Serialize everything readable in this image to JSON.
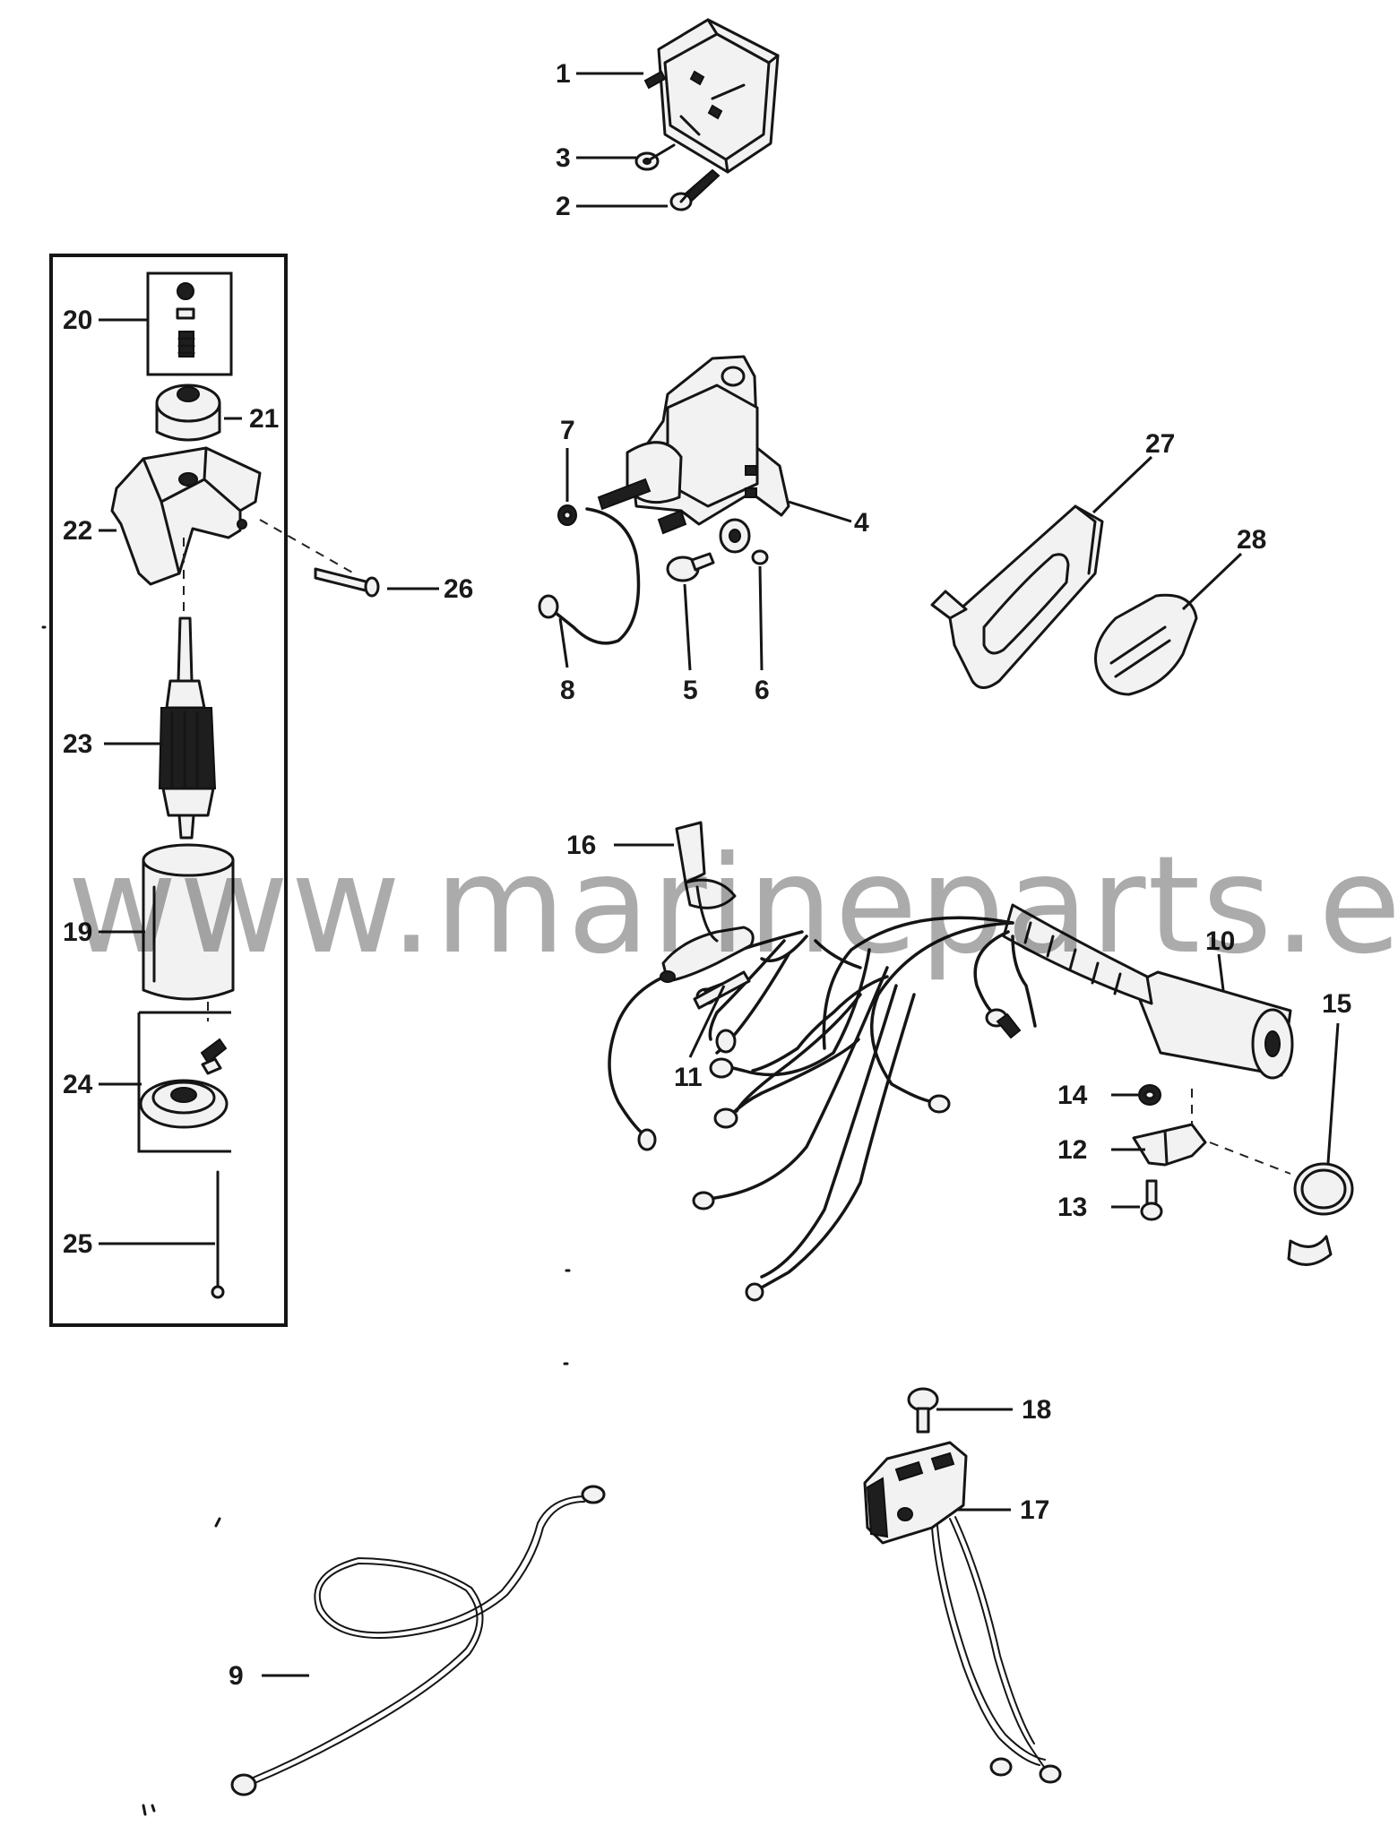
{
  "diagram": {
    "callouts": [
      {
        "id": "c1",
        "number": "1"
      },
      {
        "id": "c2",
        "number": "2"
      },
      {
        "id": "c3",
        "number": "3"
      },
      {
        "id": "c4",
        "number": "4"
      },
      {
        "id": "c5",
        "number": "5"
      },
      {
        "id": "c6",
        "number": "6"
      },
      {
        "id": "c7",
        "number": "7"
      },
      {
        "id": "c8",
        "number": "8"
      },
      {
        "id": "c9",
        "number": "9"
      },
      {
        "id": "c10",
        "number": "10"
      },
      {
        "id": "c11",
        "number": "11"
      },
      {
        "id": "c12",
        "number": "12"
      },
      {
        "id": "c13",
        "number": "13"
      },
      {
        "id": "c14",
        "number": "14"
      },
      {
        "id": "c15",
        "number": "15"
      },
      {
        "id": "c16",
        "number": "16"
      },
      {
        "id": "c17",
        "number": "17"
      },
      {
        "id": "c18",
        "number": "18"
      },
      {
        "id": "c19",
        "number": "19"
      },
      {
        "id": "c20",
        "number": "20"
      },
      {
        "id": "c21",
        "number": "21"
      },
      {
        "id": "c22",
        "number": "22"
      },
      {
        "id": "c23",
        "number": "23"
      },
      {
        "id": "c24",
        "number": "24"
      },
      {
        "id": "c25",
        "number": "25"
      },
      {
        "id": "c26",
        "number": "26"
      },
      {
        "id": "c27",
        "number": "27"
      },
      {
        "id": "c28",
        "number": "28"
      }
    ]
  },
  "watermark": "www.marineparts.eu"
}
